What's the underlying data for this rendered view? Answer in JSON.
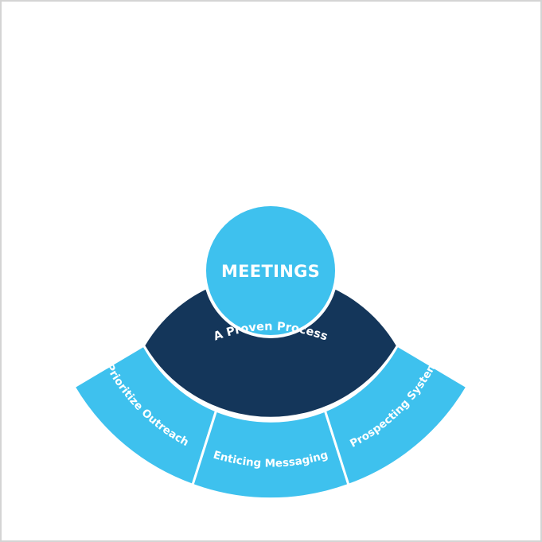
{
  "diagram": {
    "center_label": "MEETINGS",
    "inner_label": "A Proven Process",
    "segments": [
      {
        "label": "Prioritize Outreach"
      },
      {
        "label": "Enticing Messaging"
      },
      {
        "label": "Prospecting System"
      }
    ]
  },
  "colors": {
    "light_blue": "#3ec1ee",
    "navy": "#14365a",
    "separator": "#ffffff",
    "frame_border": "#d4d4d4"
  }
}
